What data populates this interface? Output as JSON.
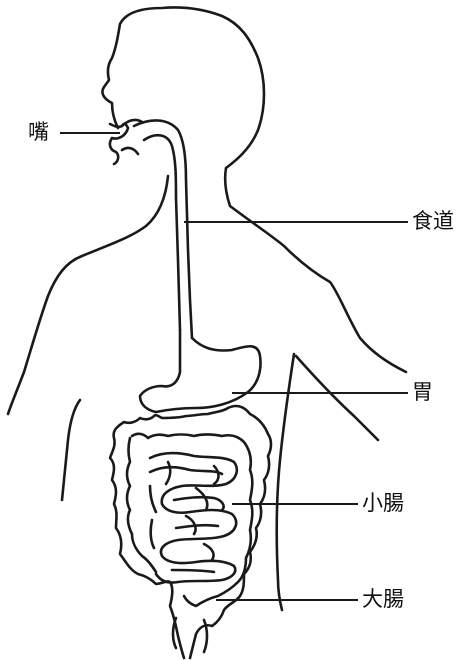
{
  "labels": {
    "mouth": "嘴",
    "esophagus": "食道",
    "stomach": "胃",
    "small_intestine": "小腸",
    "large_intestine": "大腸"
  }
}
